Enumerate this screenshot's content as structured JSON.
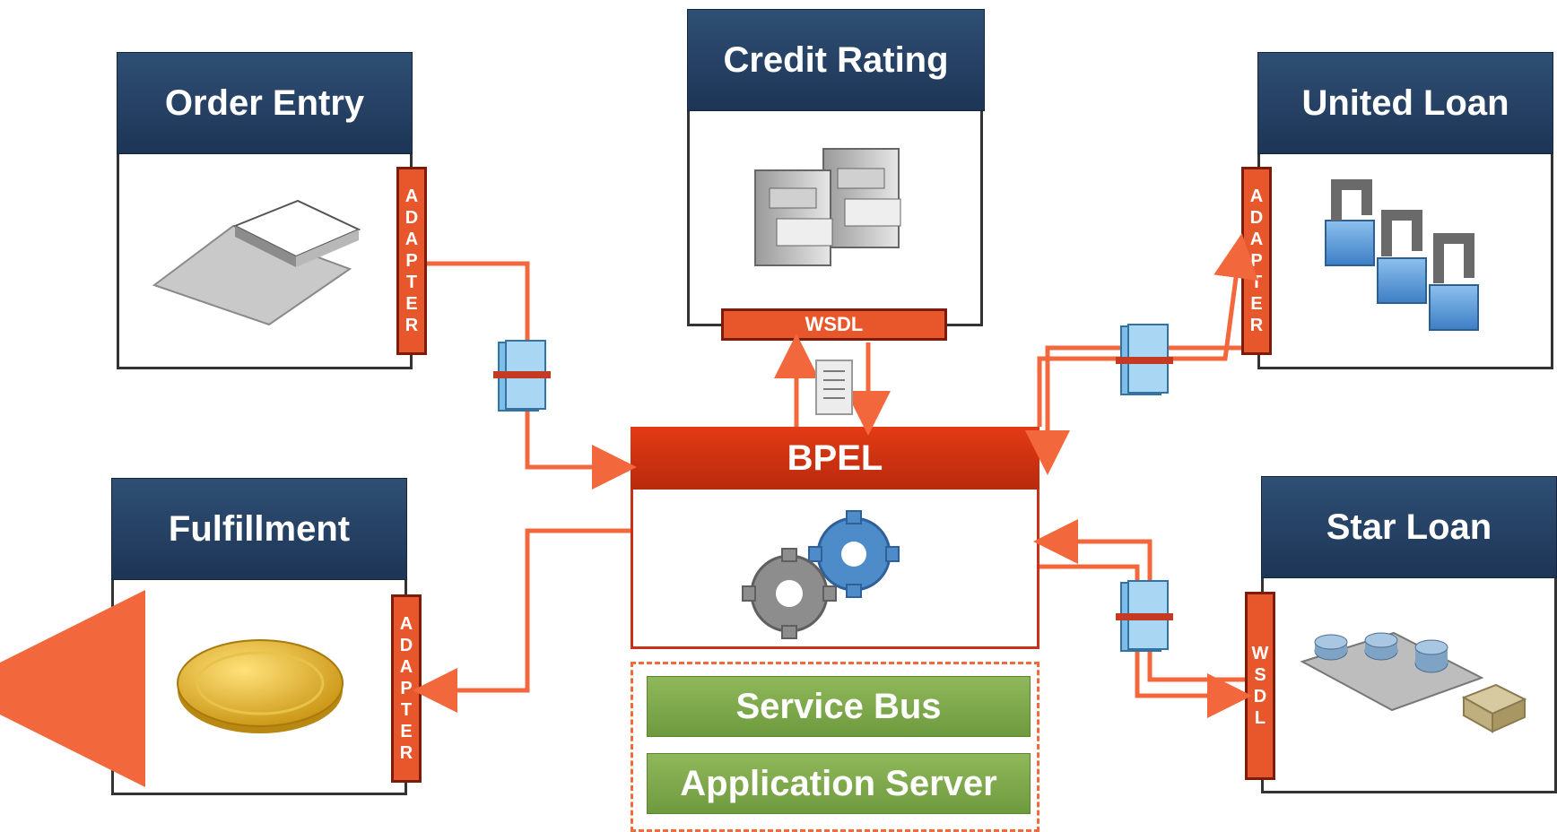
{
  "nodes": {
    "order_entry": {
      "title": "Order Entry"
    },
    "credit_rating": {
      "title": "Credit Rating"
    },
    "united_loan": {
      "title": "United Loan"
    },
    "fulfillment": {
      "title": "Fulfillment"
    },
    "star_loan": {
      "title": "Star Loan"
    },
    "bpel": {
      "title": "BPEL"
    }
  },
  "labels": {
    "adapter": "ADAPTER",
    "wsdl": "WSDL"
  },
  "stack": {
    "service_bus": "Service Bus",
    "application_server": "Application Server"
  },
  "colors": {
    "header_navy": "#23405f",
    "bpel_red": "#d43514",
    "connector_orange": "#f2683c",
    "tag_orange": "#e8572c",
    "stack_green": "#7aa64a"
  },
  "icons": {
    "order_entry": "document-binder-icon",
    "credit_rating": "file-cabinet-icon",
    "united_loan": "blocks-icon",
    "fulfillment": "gold-coin-icon",
    "star_loan": "conveyor-belt-icon",
    "bpel": "gears-icon",
    "message": "message-document-icon"
  }
}
